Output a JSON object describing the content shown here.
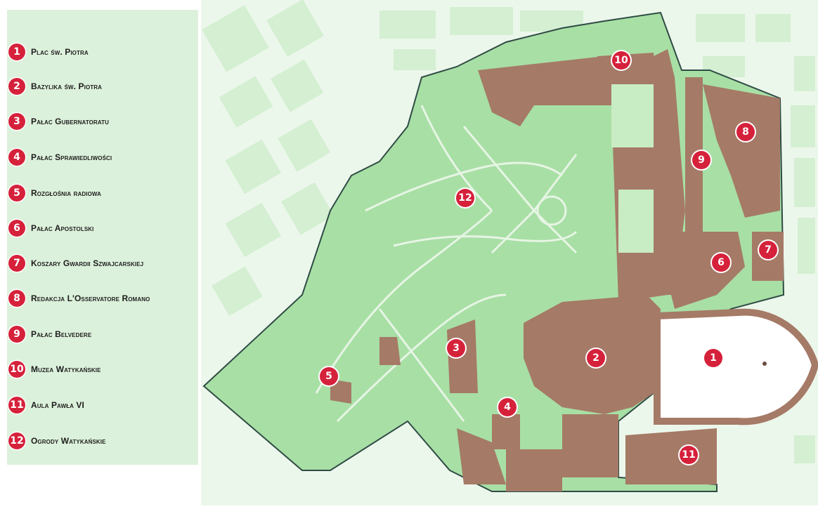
{
  "colors": {
    "marker": "#d6213b",
    "green": "#a8dfa5",
    "light_green": "#dcf1db",
    "building": "#a57a67",
    "boundary": "#2f4b45"
  },
  "legend": [
    {
      "number": "1",
      "label": "Plac św. Piotra"
    },
    {
      "number": "2",
      "label": "Bazylika św. Piotra"
    },
    {
      "number": "3",
      "label": "Pałac Gubernatoratu"
    },
    {
      "number": "4",
      "label": "Pałac Sprawiedliwości"
    },
    {
      "number": "5",
      "label": "Rozgłośnia radiowa"
    },
    {
      "number": "6",
      "label": "Pałac Apostolski"
    },
    {
      "number": "7",
      "label": "Koszary Gwardii Szwajcarskiej"
    },
    {
      "number": "8",
      "label": "Redakcja L'Osservatore Romano"
    },
    {
      "number": "9",
      "label": "Pałac Belvedere"
    },
    {
      "number": "10",
      "label": "Muzea Watykańskie"
    },
    {
      "number": "11",
      "label": "Aula Pawła VI"
    },
    {
      "number": "12",
      "label": "Ogrody Watykańskie"
    }
  ],
  "map_markers": [
    "1",
    "2",
    "3",
    "4",
    "5",
    "6",
    "7",
    "8",
    "9",
    "10",
    "11",
    "12"
  ]
}
